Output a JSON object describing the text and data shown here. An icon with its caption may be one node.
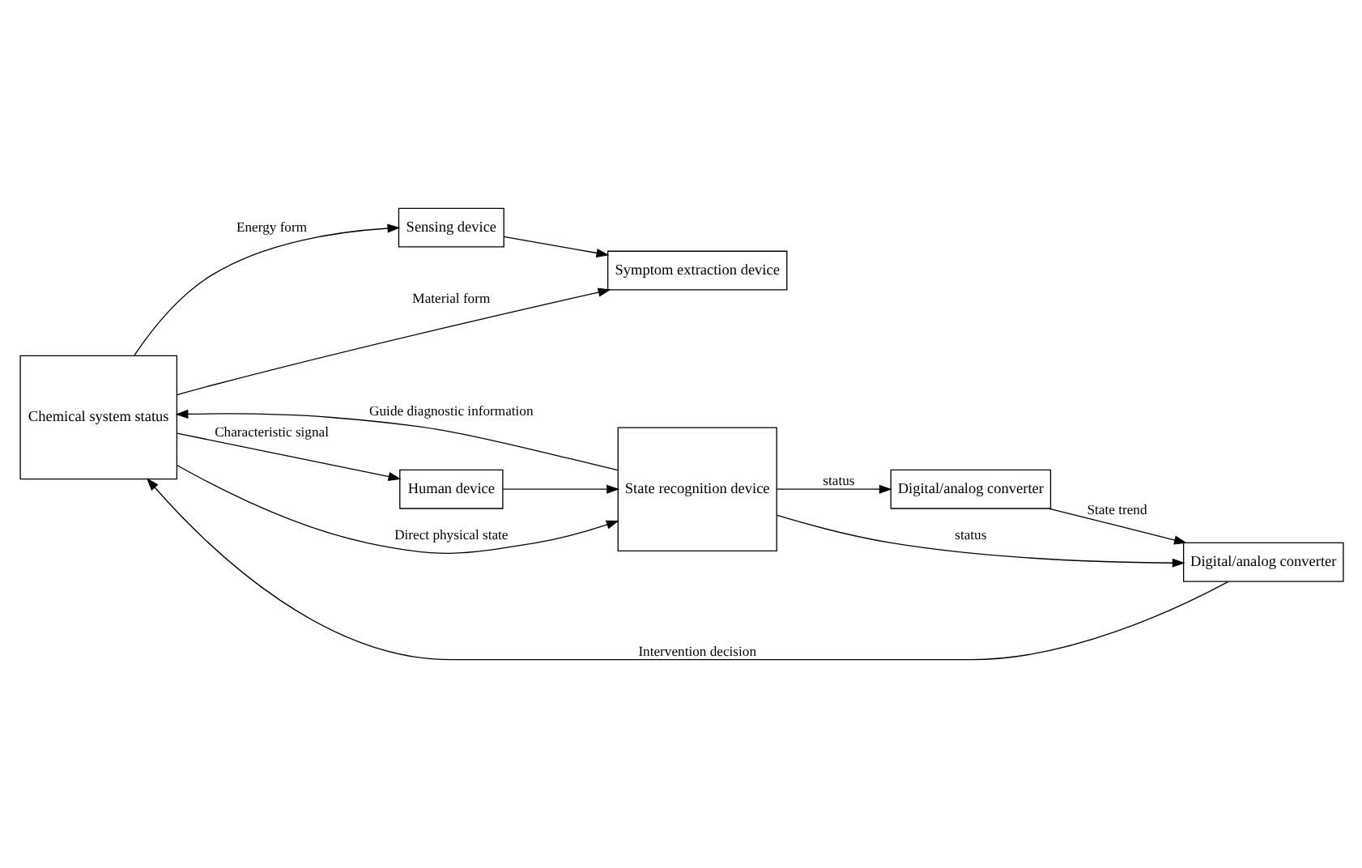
{
  "diagram": {
    "nodes": [
      {
        "text": [
          "Chemical system status"
        ]
      },
      {
        "text": [
          "Human device"
        ]
      },
      {
        "text": [
          "Sensing device"
        ]
      },
      {
        "text": [
          "Symptom extraction device"
        ]
      },
      {
        "text": [
          "State recognition device"
        ]
      },
      {
        "text": [
          "Digital/analog converter"
        ]
      },
      {
        "text": [
          "Digital/analog converter"
        ]
      }
    ],
    "edges": [
      {
        "from": 0,
        "to": 1,
        "arrow": "to",
        "label": "Characteristic signal"
      },
      {
        "from": 1,
        "to": 4,
        "arrow": "to"
      },
      {
        "from": 0,
        "to": 2,
        "arrow": "to",
        "label": "Energy form"
      },
      {
        "from": 2,
        "to": 3,
        "arrow": "to"
      },
      {
        "from": 0,
        "to": 3,
        "arrow": "to",
        "label": "Material form"
      },
      {
        "from": 0,
        "to": 4,
        "arrow": "to",
        "label": "Direct physical state"
      },
      {
        "from": 4,
        "to": 0,
        "arrow": "to",
        "label": "Guide diagnostic information"
      },
      {
        "from": 4,
        "to": 6,
        "arrow": "to",
        "label": "status"
      },
      {
        "from": 6,
        "to": 5,
        "arrow": "to",
        "label": "State trend"
      },
      {
        "from": 5,
        "to": 0,
        "arrow": "to",
        "label": "Intervention decision"
      },
      {
        "from": 4,
        "to": 5,
        "arrow": "to",
        "label": "status"
      }
    ]
  }
}
